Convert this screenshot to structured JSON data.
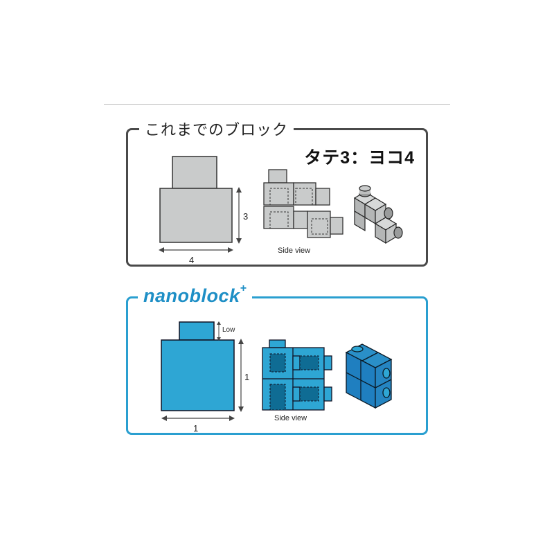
{
  "old_block": {
    "title": "これまでのブロック",
    "ratio_label": "タテ3：ヨコ4",
    "height_label": "3",
    "width_label": "4",
    "side_view_label": "Side view",
    "colors": {
      "fill": "#c9cbcb",
      "border": "#333333",
      "frame": "#4a4a4a"
    }
  },
  "new_block": {
    "title": "nanoblock",
    "title_mark": "+",
    "stud_label": "Low",
    "height_label": "1",
    "width_label": "1",
    "side_view_label": "Side view",
    "colors": {
      "fill": "#2ea6d4",
      "inner": "#0f6c94",
      "border": "#112233",
      "frame": "#2a9fd0"
    }
  }
}
